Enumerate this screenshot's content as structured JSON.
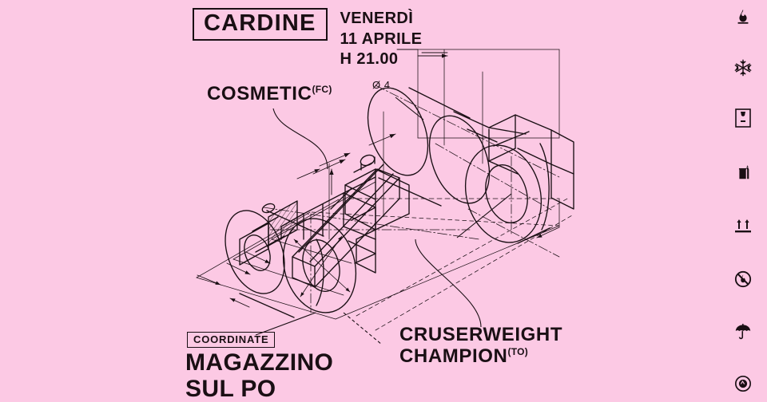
{
  "poster": {
    "background_color": "#fcc9e4",
    "ink_color": "#1a0f14"
  },
  "header": {
    "logo": "CARDINE",
    "date_line1": "VENERDÌ",
    "date_line2": "11 APRILE",
    "date_line3": "H 21.00"
  },
  "labels": {
    "cosmetic": {
      "name": "COSMETIC",
      "origin": "(FC)"
    },
    "cruserweight": {
      "line1": "CRUSERWEIGHT",
      "line2": "CHAMPION",
      "origin": "(TO)"
    },
    "coordinate_tag": "COORDINATE",
    "venue_line1": "MAGAZZINO",
    "venue_line2": "SUL PO",
    "diameter_note": "Ø 4"
  },
  "icon_rail": {
    "icons": [
      {
        "name": "flammable-icon",
        "title": "flammable"
      },
      {
        "name": "snowflake-icon",
        "title": "keep frozen"
      },
      {
        "name": "fragile-glass-icon",
        "title": "fragile"
      },
      {
        "name": "litter-bin-icon",
        "title": "dispose in bin"
      },
      {
        "name": "this-way-up-icon",
        "title": "this way up"
      },
      {
        "name": "no-fire-icon",
        "title": "no open flame"
      },
      {
        "name": "keep-dry-umbrella-icon",
        "title": "keep dry"
      },
      {
        "name": "recycle-target-icon",
        "title": "recycle"
      }
    ]
  },
  "drawing": {
    "type": "isometric-technical-drawing",
    "subject": "mechanical hinge / bracket assembly",
    "annotations": [
      "Ø 4"
    ],
    "line_color": "#1a0f14"
  }
}
